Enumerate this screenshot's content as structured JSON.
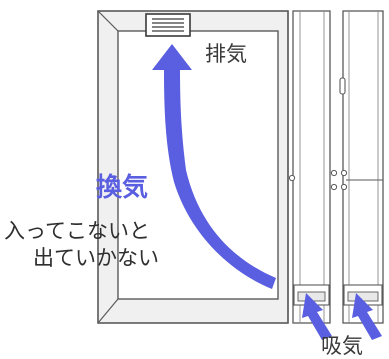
{
  "labels": {
    "exhaust": "排気",
    "ventilation": "換気",
    "note_line1": "入ってこないと",
    "note_line2": "出ていかない",
    "intake": "吸気"
  },
  "colors": {
    "arrow": "#5a5ee0",
    "outline": "#5a5a5a",
    "wall_fill": "#f0f0f0",
    "background": "#ffffff"
  },
  "icons": {
    "exhaust_fan": "exhaust-fan-icon",
    "airflow": "arrow-up-curved-icon",
    "intake": "arrow-up-left-icon"
  }
}
